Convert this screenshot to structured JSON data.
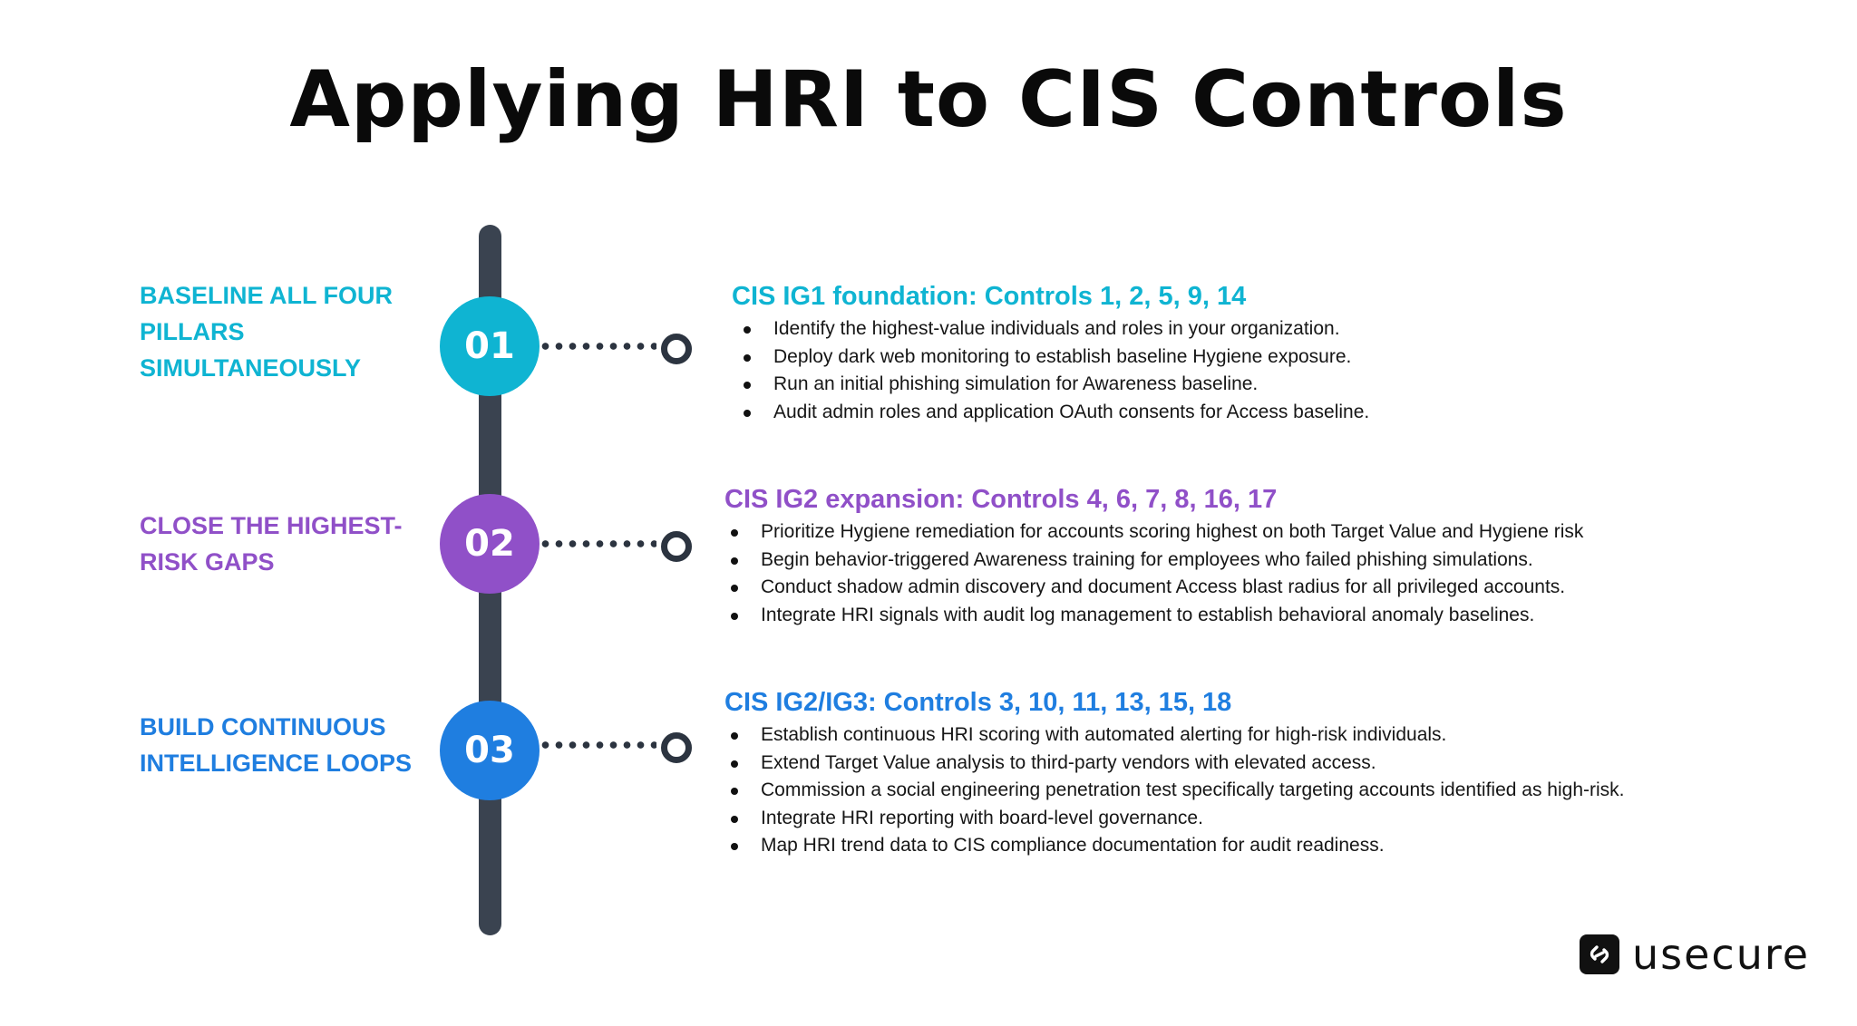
{
  "title": "Applying HRI to CIS Controls",
  "colors": {
    "step1": "#0fb4d2",
    "step2": "#9050c8",
    "step3": "#1f7ee0",
    "timeline": "#3a4350"
  },
  "steps": [
    {
      "number": "01",
      "label": "Baseline all four pillars simultaneously",
      "heading": "CIS IG1 foundation: Controls 1, 2, 5, 9, 14",
      "bullets": [
        "Identify the highest-value individuals and roles in your organization.",
        "Deploy dark web monitoring to establish baseline Hygiene exposure.",
        "Run an initial phishing simulation for Awareness baseline.",
        "Audit admin roles and application OAuth consents for Access baseline."
      ]
    },
    {
      "number": "02",
      "label": "Close the highest-risk gaps",
      "heading": "CIS IG2 expansion: Controls 4, 6, 7, 8, 16, 17",
      "bullets": [
        "Prioritize Hygiene remediation for accounts scoring highest on both Target Value and Hygiene risk",
        "Begin behavior-triggered Awareness training for employees who failed phishing simulations.",
        "Conduct shadow admin discovery and document Access blast radius for all privileged accounts.",
        "Integrate HRI signals with audit log management to establish behavioral anomaly baselines."
      ]
    },
    {
      "number": "03",
      "label": "Build continuous intelligence loops",
      "heading": "CIS IG2/IG3: Controls 3, 10, 11, 13, 15, 18",
      "bullets": [
        "Establish continuous HRI scoring with automated alerting for high-risk individuals.",
        "Extend Target Value analysis to third-party vendors with elevated access.",
        "Commission a social engineering penetration test specifically targeting accounts identified as high-risk.",
        "Integrate HRI reporting with board-level governance.",
        "Map HRI trend data to CIS compliance documentation for audit readiness."
      ]
    }
  ],
  "logo": {
    "text": "usecure",
    "icon": "usecure-logo-icon"
  }
}
